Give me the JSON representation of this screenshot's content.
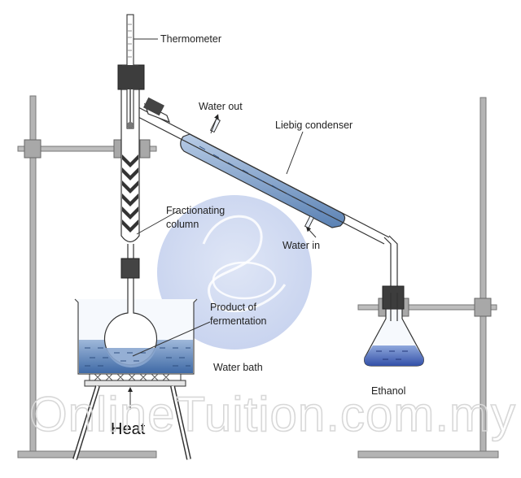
{
  "labels": {
    "thermometer": "Thermometer",
    "water_out": "Water out",
    "liebig_condenser": "Liebig condenser",
    "fractionating_1": "Fractionating",
    "fractionating_2": "column",
    "water_in": "Water in",
    "product_1": "Product of",
    "product_2": "fermentation",
    "water_bath": "Water bath",
    "ethanol": "Ethanol",
    "heat": "Heat"
  },
  "watermark": "OnlineTuition.com.my",
  "colors": {
    "water": "#5b82b4",
    "water_light": "#aec4e0",
    "glass": "#eef3fa",
    "stand": "#9a9a9a",
    "bung": "#444444",
    "ethanol": "#3f5fb0"
  }
}
